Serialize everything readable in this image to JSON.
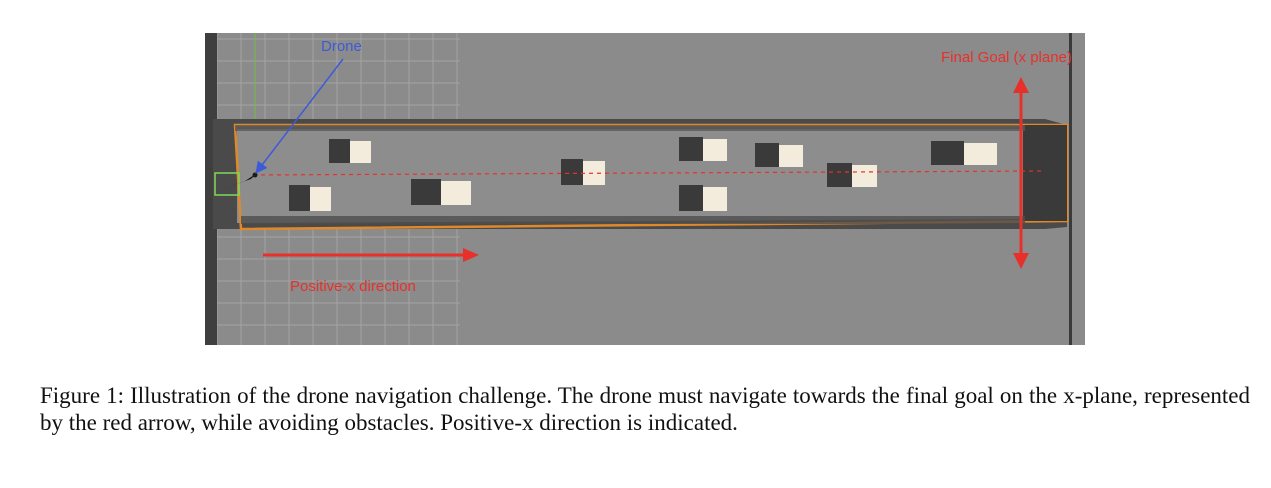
{
  "figure": {
    "labels": {
      "drone": "Drone",
      "final_goal": "Final Goal (x  plane)",
      "positive_x": "Positive-x direction"
    },
    "colors": {
      "annotation_red": "#e8302a",
      "drone_arrow_blue": "#3d5bd8",
      "corridor_orange": "#e0892a",
      "floor_gray": "#8b8b8b",
      "wall_dark": "#3a3a3a",
      "obstacle_light": "#f3ecdc"
    }
  },
  "caption": {
    "text": "Figure 1: Illustration of the drone navigation challenge. The drone must navigate towards the final goal on the x-plane, represented by the red arrow, while avoiding obstacles. Positive-x direction is indicated."
  }
}
